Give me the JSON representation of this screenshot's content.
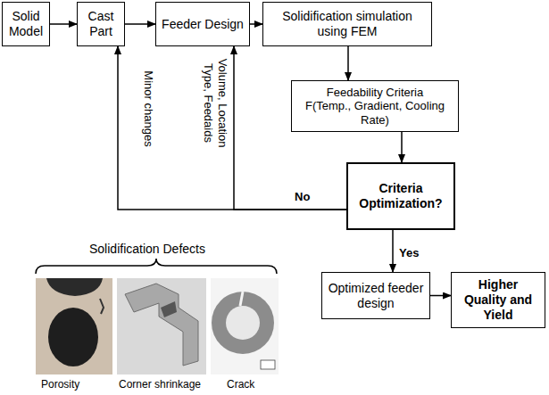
{
  "diagram": {
    "nodes": [
      {
        "text": [
          "Solid Model"
        ]
      },
      {
        "text": [
          "Cast Part"
        ]
      },
      {
        "text": [
          "Feeder Design"
        ]
      },
      {
        "text": [
          "Solidification simulation using FEM"
        ]
      },
      {
        "text": [
          "Feedability Criteria",
          "F(Temp., Gradient, Cooling Rate)"
        ]
      },
      {
        "text": [
          "Criteria Optimization?"
        ]
      },
      {
        "text": [
          "Optimized feeder design"
        ]
      },
      {
        "text": [
          "Higher Quality and Yield"
        ]
      }
    ],
    "edges": [
      {
        "from": 0,
        "to": 1,
        "arrow": "to"
      },
      {
        "from": 1,
        "to": 2,
        "arrow": "to"
      },
      {
        "from": 2,
        "to": 3,
        "arrow": "to"
      },
      {
        "from": 3,
        "to": 4,
        "arrow": "to"
      },
      {
        "from": 4,
        "to": 5,
        "arrow": "to"
      },
      {
        "from": 5,
        "to": 2,
        "label": "Volume, Location Type, Feedaids",
        "arrow": "to"
      },
      {
        "from": 5,
        "to": 1,
        "label": "Minor changes",
        "arrow": "to"
      },
      {
        "from": 5,
        "to": 6,
        "label": "Yes",
        "arrow": "to"
      },
      {
        "from": 6,
        "to": 7,
        "arrow": "to"
      }
    ],
    "labels": [
      "No",
      "Solidification Defects",
      "Porosity",
      "Corner shrinkage",
      "Crack"
    ]
  }
}
